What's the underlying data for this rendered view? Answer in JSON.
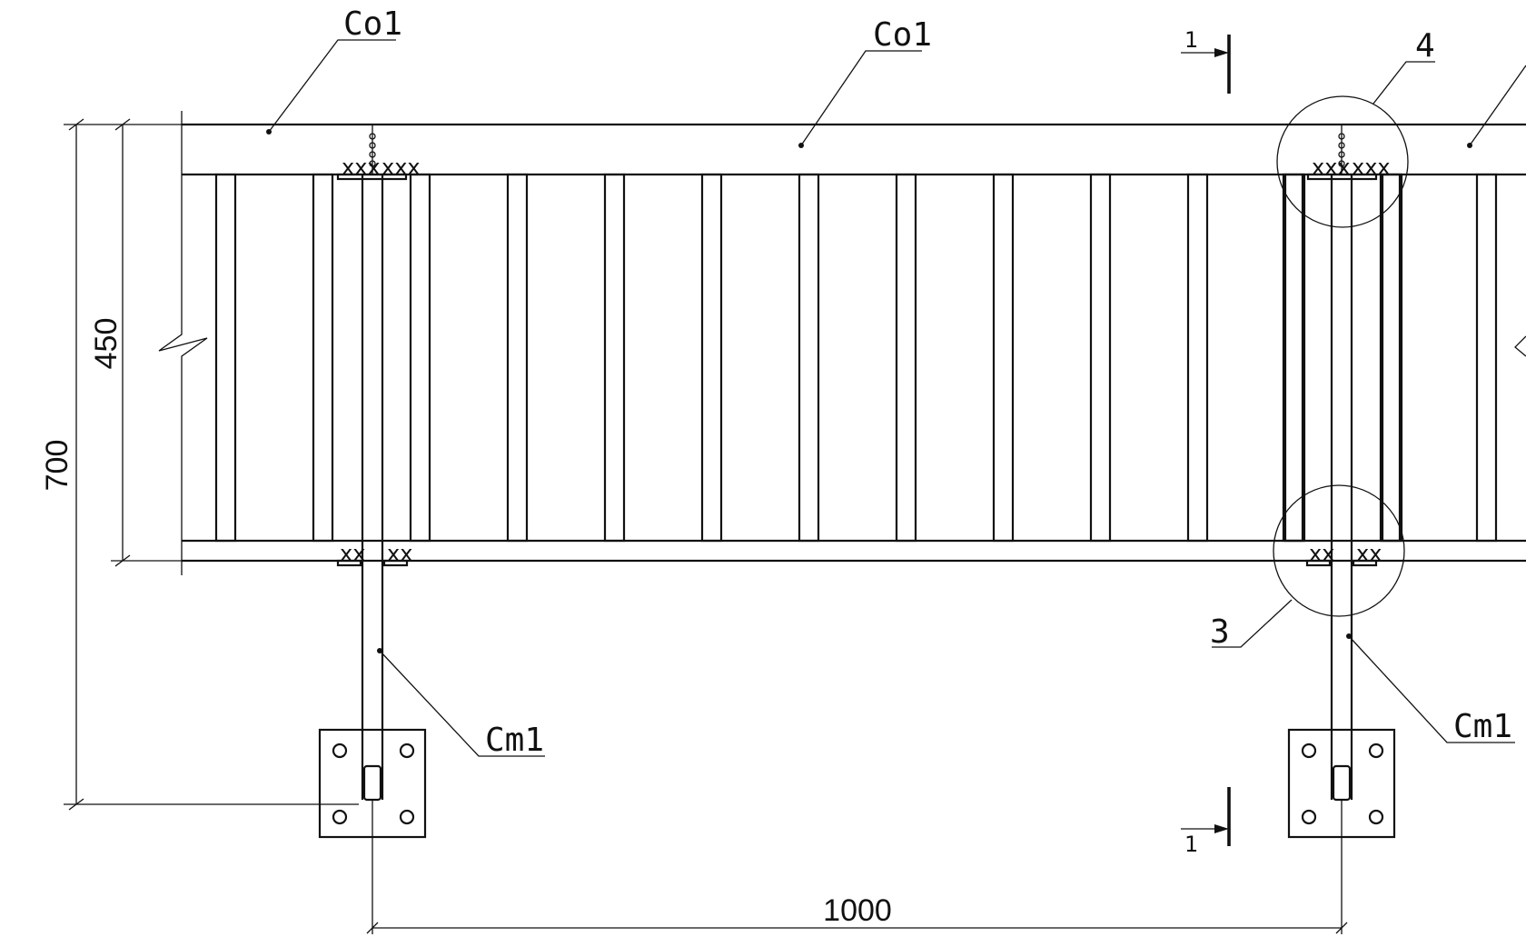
{
  "drawing": {
    "labels": {
      "top_rail_left": "Co1",
      "top_rail_mid": "Co1",
      "post_left": "Cm1",
      "post_right": "Cm1",
      "detail_bottom": "3",
      "detail_top": "4"
    },
    "section_marks": {
      "top": "1",
      "bottom": "1"
    },
    "dimensions": {
      "overall_height": "700",
      "rail_height": "450",
      "post_spacing": "1000"
    },
    "baluster_count_visible": 13,
    "colors": {
      "line": "#111111",
      "background": "#ffffff"
    }
  }
}
